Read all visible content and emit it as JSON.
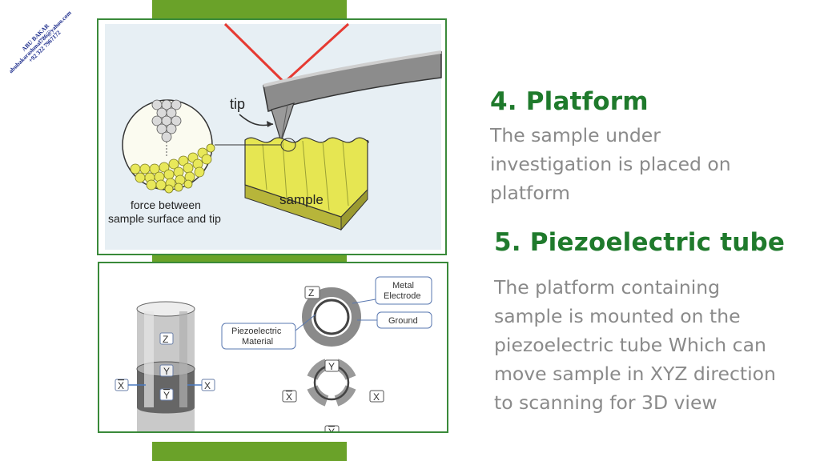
{
  "watermark": {
    "name": "ABU BAKAR",
    "email": "abubakarashmal786@yahoo.com",
    "phone": "+92 322 7967172"
  },
  "afm_figure": {
    "tip_label": "tip",
    "sample_label": "sample",
    "force_label_line1": "force between",
    "force_label_line2": "sample surface and tip"
  },
  "piezo_figure": {
    "axis_z": "Z",
    "axis_y": "Y",
    "axis_x": "X",
    "metal_electrode_line1": "Metal",
    "metal_electrode_line2": "Electrode",
    "ground": "Ground",
    "piezo_material_line1": "Piezoelectric",
    "piezo_material_line2": "Material"
  },
  "sections": [
    {
      "heading": "4. Platform",
      "lines": [
        "The sample under",
        "investigation is placed on",
        "platform"
      ]
    },
    {
      "heading": "5. Piezoelectric tube",
      "lines": [
        "The platform containing",
        "sample is mounted on the",
        "piezoelectric tube Which can",
        "move sample in XYZ direction",
        "to scanning for 3D view"
      ]
    }
  ],
  "colors": {
    "heading_green": "#1f7a2c",
    "bar_green": "#6aa229",
    "body_gray": "#8a8a8a"
  }
}
